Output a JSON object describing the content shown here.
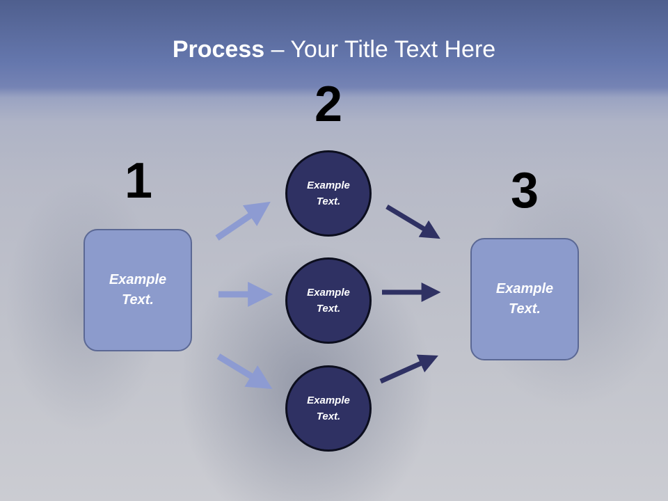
{
  "title": {
    "bold": "Process",
    "rest": " – Your Title Text Here"
  },
  "steps": [
    {
      "number": "1",
      "text": "Example\nText."
    },
    {
      "number": "2",
      "items": [
        "Example\nText.",
        "Example\nText.",
        "Example\nText."
      ]
    },
    {
      "number": "3",
      "text": "Example\nText."
    }
  ],
  "colors": {
    "box_fill": "#8c9bcc",
    "circle_fill": "#2f3163",
    "arrow_light": "#8d9bd2",
    "arrow_dark": "#2f3163"
  }
}
